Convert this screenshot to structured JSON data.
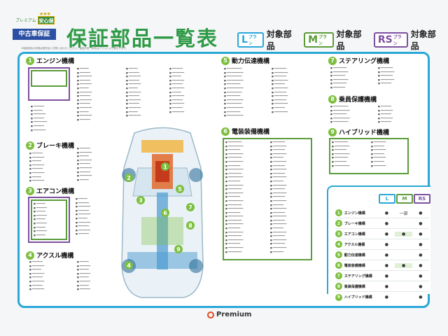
{
  "header": {
    "logo_small": "プレミアム",
    "logo_stars": "★★★",
    "logo_gold": "安心保証",
    "logo_tag": "中古車保証",
    "title": "保証部品一覧表"
  },
  "plans": [
    {
      "letter": "L",
      "suffix": "プラン",
      "label": "対象部品",
      "color": "#29a7d8"
    },
    {
      "letter": "M",
      "suffix": "プラン",
      "label": "対象部品",
      "color": "#5b9c3a"
    },
    {
      "letter": "RS",
      "suffix": "プラン",
      "label": "対象部品",
      "color": "#7d4fa0"
    }
  ],
  "fine_print": "※保証部品の詳細は販売店にお問い合わせください。保証内容・条件はプランにより異なります。",
  "sections": [
    {
      "num": "1",
      "title": "エンジン機構"
    },
    {
      "num": "2",
      "title": "ブレーキ機構"
    },
    {
      "num": "3",
      "title": "エアコン機構"
    },
    {
      "num": "4",
      "title": "アクスル機構"
    },
    {
      "num": "5",
      "title": "動力伝達機構"
    },
    {
      "num": "6",
      "title": "電装装備機構"
    },
    {
      "num": "7",
      "title": "ステアリング機構"
    },
    {
      "num": "8",
      "title": "乗員保護機構"
    },
    {
      "num": "9",
      "title": "ハイブリッド機構"
    }
  ],
  "car_labels": [
    "1",
    "2",
    "3",
    "4",
    "5",
    "6",
    "7",
    "8",
    "9"
  ],
  "table": {
    "headers": [
      "L",
      "M",
      "RS"
    ],
    "rows": [
      {
        "num": "1",
        "label": "エンジン機構",
        "l": "●",
        "m": "一部",
        "rs": "●"
      },
      {
        "num": "2",
        "label": "ブレーキ機構",
        "l": "●",
        "m": "",
        "rs": "●"
      },
      {
        "num": "3",
        "label": "エアコン機構",
        "l": "●",
        "m": "●",
        "rs": "●"
      },
      {
        "num": "4",
        "label": "アクスル機構",
        "l": "●",
        "m": "",
        "rs": "●"
      },
      {
        "num": "5",
        "label": "動力伝達機構",
        "l": "●",
        "m": "",
        "rs": "●"
      },
      {
        "num": "6",
        "label": "電装装備機構",
        "l": "●",
        "m": "●",
        "rs": "●"
      },
      {
        "num": "7",
        "label": "ステアリング機構",
        "l": "●",
        "m": "",
        "rs": "●"
      },
      {
        "num": "8",
        "label": "乗員保護機構",
        "l": "●",
        "m": "",
        "rs": "●"
      },
      {
        "num": "9",
        "label": "ハイブリッド機構",
        "l": "●",
        "m": "",
        "rs": "●"
      }
    ]
  },
  "brand": "Premium",
  "colors": {
    "accent_blue": "#29a7d8",
    "accent_green": "#2f9a46",
    "accent_purple": "#7d4fa0"
  }
}
